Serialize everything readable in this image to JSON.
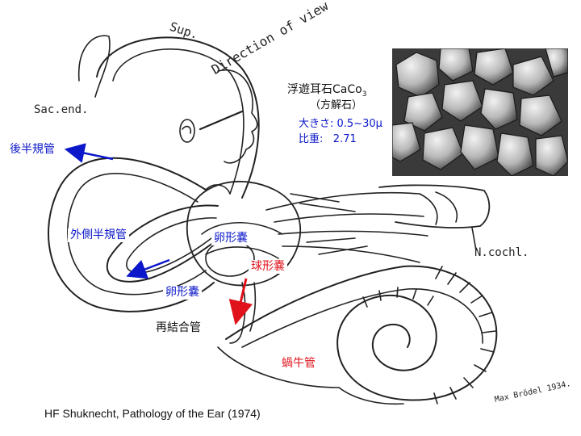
{
  "labels": {
    "sup": "Sup.",
    "direction_of_view": "Direction of view",
    "sac_end": "Sac.end.",
    "n_cochl": "N.cochl.",
    "posterior_canal": "後半規管",
    "lateral_canal": "外側半規管",
    "utricle_upper": "卵形嚢",
    "saccule": "球形嚢",
    "utricle_lower": "卵形嚢",
    "reuniens_duct": "再結合管",
    "cochlear_duct": "蝸牛管",
    "signature": "Max Brödel 1934."
  },
  "otolith": {
    "title_main": "浮遊耳石CaCo",
    "title_sub": "3",
    "title_paren": "（方解石）",
    "size_label": "大きさ",
    "size_value": "0.5~30μ",
    "gravity_label": "比重",
    "gravity_value": "2.71"
  },
  "citation": "HF Shuknecht, Pathology of the Ear (1974)",
  "colors": {
    "blue_label": "#0b17c9",
    "red_label": "#e0121b",
    "arrow_blue": "#0b17c9",
    "arrow_red": "#e0121b",
    "line_art": "#222222",
    "photo_bg": "#3a3a3a"
  }
}
